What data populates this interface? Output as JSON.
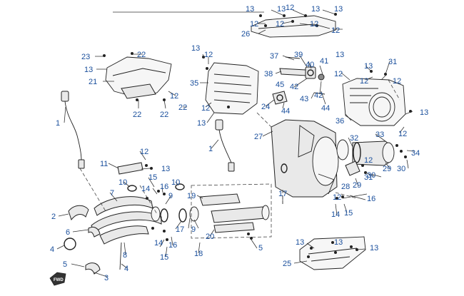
{
  "diagram": {
    "callouts": [
      {
        "id": "c1a",
        "text": "1"
      },
      {
        "id": "c1b",
        "text": "1"
      },
      {
        "id": "c2",
        "text": "2"
      },
      {
        "id": "c3",
        "text": "3"
      },
      {
        "id": "c4a",
        "text": "4"
      },
      {
        "id": "c4b",
        "text": "4"
      },
      {
        "id": "c5a",
        "text": "5"
      },
      {
        "id": "c5b",
        "text": "5"
      },
      {
        "id": "c6",
        "text": "6"
      },
      {
        "id": "c7",
        "text": "7"
      },
      {
        "id": "c8",
        "text": "8"
      },
      {
        "id": "c9a",
        "text": "9"
      },
      {
        "id": "c9b",
        "text": "9"
      },
      {
        "id": "c10a",
        "text": "10"
      },
      {
        "id": "c10b",
        "text": "10"
      },
      {
        "id": "c11",
        "text": "11"
      },
      {
        "id": "c12a",
        "text": "12"
      },
      {
        "id": "c12b",
        "text": "12"
      },
      {
        "id": "c12c",
        "text": "12"
      },
      {
        "id": "c12d",
        "text": "12"
      },
      {
        "id": "c12e",
        "text": "12"
      },
      {
        "id": "c12f",
        "text": "12"
      },
      {
        "id": "c12g",
        "text": "12"
      },
      {
        "id": "c12h",
        "text": "12"
      },
      {
        "id": "c12i",
        "text": "12"
      },
      {
        "id": "c12j",
        "text": "12"
      },
      {
        "id": "c12k",
        "text": "12"
      },
      {
        "id": "c12l",
        "text": "12"
      },
      {
        "id": "c12m",
        "text": "12"
      },
      {
        "id": "c12n",
        "text": "12"
      },
      {
        "id": "c12o",
        "text": "12"
      },
      {
        "id": "c13a",
        "text": "13"
      },
      {
        "id": "c13b",
        "text": "13"
      },
      {
        "id": "c13c",
        "text": "13"
      },
      {
        "id": "c13d",
        "text": "13"
      },
      {
        "id": "c13e",
        "text": "13"
      },
      {
        "id": "c13f",
        "text": "13"
      },
      {
        "id": "c13g",
        "text": "13"
      },
      {
        "id": "c13h",
        "text": "13"
      },
      {
        "id": "c13i",
        "text": "13"
      },
      {
        "id": "c13j",
        "text": "13"
      },
      {
        "id": "c13k",
        "text": "13"
      },
      {
        "id": "c13l",
        "text": "13"
      },
      {
        "id": "c13m",
        "text": "13"
      },
      {
        "id": "c13n",
        "text": "13"
      },
      {
        "id": "c14a",
        "text": "14"
      },
      {
        "id": "c14b",
        "text": "14"
      },
      {
        "id": "c14c",
        "text": "14"
      },
      {
        "id": "c15a",
        "text": "15"
      },
      {
        "id": "c15b",
        "text": "15"
      },
      {
        "id": "c15c",
        "text": "15"
      },
      {
        "id": "c16a",
        "text": "16"
      },
      {
        "id": "c16b",
        "text": "16"
      },
      {
        "id": "c16c",
        "text": "16"
      },
      {
        "id": "c17a",
        "text": "17"
      },
      {
        "id": "c17b",
        "text": "17"
      },
      {
        "id": "c18",
        "text": "18"
      },
      {
        "id": "c19",
        "text": "19"
      },
      {
        "id": "c20",
        "text": "20"
      },
      {
        "id": "c21",
        "text": "21"
      },
      {
        "id": "c22a",
        "text": "22"
      },
      {
        "id": "c22b",
        "text": "22"
      },
      {
        "id": "c22c",
        "text": "22"
      },
      {
        "id": "c22d",
        "text": "22"
      },
      {
        "id": "c23",
        "text": "23"
      },
      {
        "id": "c24",
        "text": "24"
      },
      {
        "id": "c25",
        "text": "25"
      },
      {
        "id": "c26",
        "text": "26"
      },
      {
        "id": "c27",
        "text": "27"
      },
      {
        "id": "c28",
        "text": "28"
      },
      {
        "id": "c29a",
        "text": "29"
      },
      {
        "id": "c29b",
        "text": "29"
      },
      {
        "id": "c30a",
        "text": "30"
      },
      {
        "id": "c30b",
        "text": "30"
      },
      {
        "id": "c31a",
        "text": "31"
      },
      {
        "id": "c31b",
        "text": "31"
      },
      {
        "id": "c32",
        "text": "32"
      },
      {
        "id": "c33",
        "text": "33"
      },
      {
        "id": "c34",
        "text": "34"
      },
      {
        "id": "c35",
        "text": "35"
      },
      {
        "id": "c36",
        "text": "36"
      },
      {
        "id": "c37",
        "text": "37"
      },
      {
        "id": "c38",
        "text": "38"
      },
      {
        "id": "c39",
        "text": "39"
      },
      {
        "id": "c40",
        "text": "40"
      },
      {
        "id": "c41",
        "text": "41"
      },
      {
        "id": "c42a",
        "text": "42"
      },
      {
        "id": "c42b",
        "text": "42"
      },
      {
        "id": "c43",
        "text": "43"
      },
      {
        "id": "c44a",
        "text": "44"
      },
      {
        "id": "c44b",
        "text": "44"
      },
      {
        "id": "c45",
        "text": "45"
      }
    ],
    "logo_text": "FWD",
    "callout_color": "#1a4f9c",
    "line_color": "#222222"
  }
}
